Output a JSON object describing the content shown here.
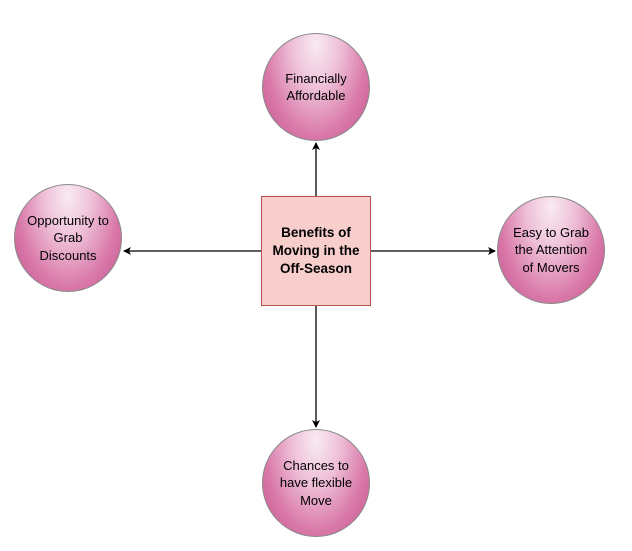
{
  "diagram": {
    "center": {
      "label": "Benefits of\nMoving in the\nOff-Season"
    },
    "nodes": {
      "top": "Financially\nAffordable",
      "left": "Opportunity to\nGrab\nDiscounts",
      "right": "Easy to Grab\nthe Attention\nof Movers",
      "bottom": "Chances to\nhave flexible\nMove"
    },
    "colors": {
      "center_fill": "#f8cecc",
      "center_stroke": "#b85450",
      "node_gradient_light": "#f9eaf2",
      "node_gradient_dark": "#c55590",
      "arrow": "#000000"
    }
  }
}
